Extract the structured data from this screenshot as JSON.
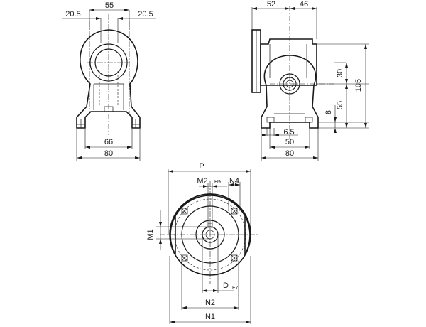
{
  "views": {
    "front": {
      "dims": {
        "top_total": "55",
        "top_left": "20.5",
        "top_right": "20.5",
        "bottom_inner": "66",
        "bottom_outer": "80"
      }
    },
    "side": {
      "dims": {
        "top_left": "52",
        "top_right": "46",
        "right_small": "30",
        "right_total": "105",
        "right_mid": "55",
        "right_base": "8",
        "bottom_small": "6.5",
        "bottom_mid": "50",
        "bottom_total": "80"
      }
    },
    "flange": {
      "labels": {
        "p": "P",
        "m2": "M2",
        "m2_tol": "H9",
        "n4": "N4",
        "m1": "M1",
        "d": "D",
        "d_tol": "E7",
        "n2": "N2",
        "n1": "N1"
      }
    }
  },
  "colors": {
    "line": "#1a1a1a",
    "background": "#ffffff"
  }
}
